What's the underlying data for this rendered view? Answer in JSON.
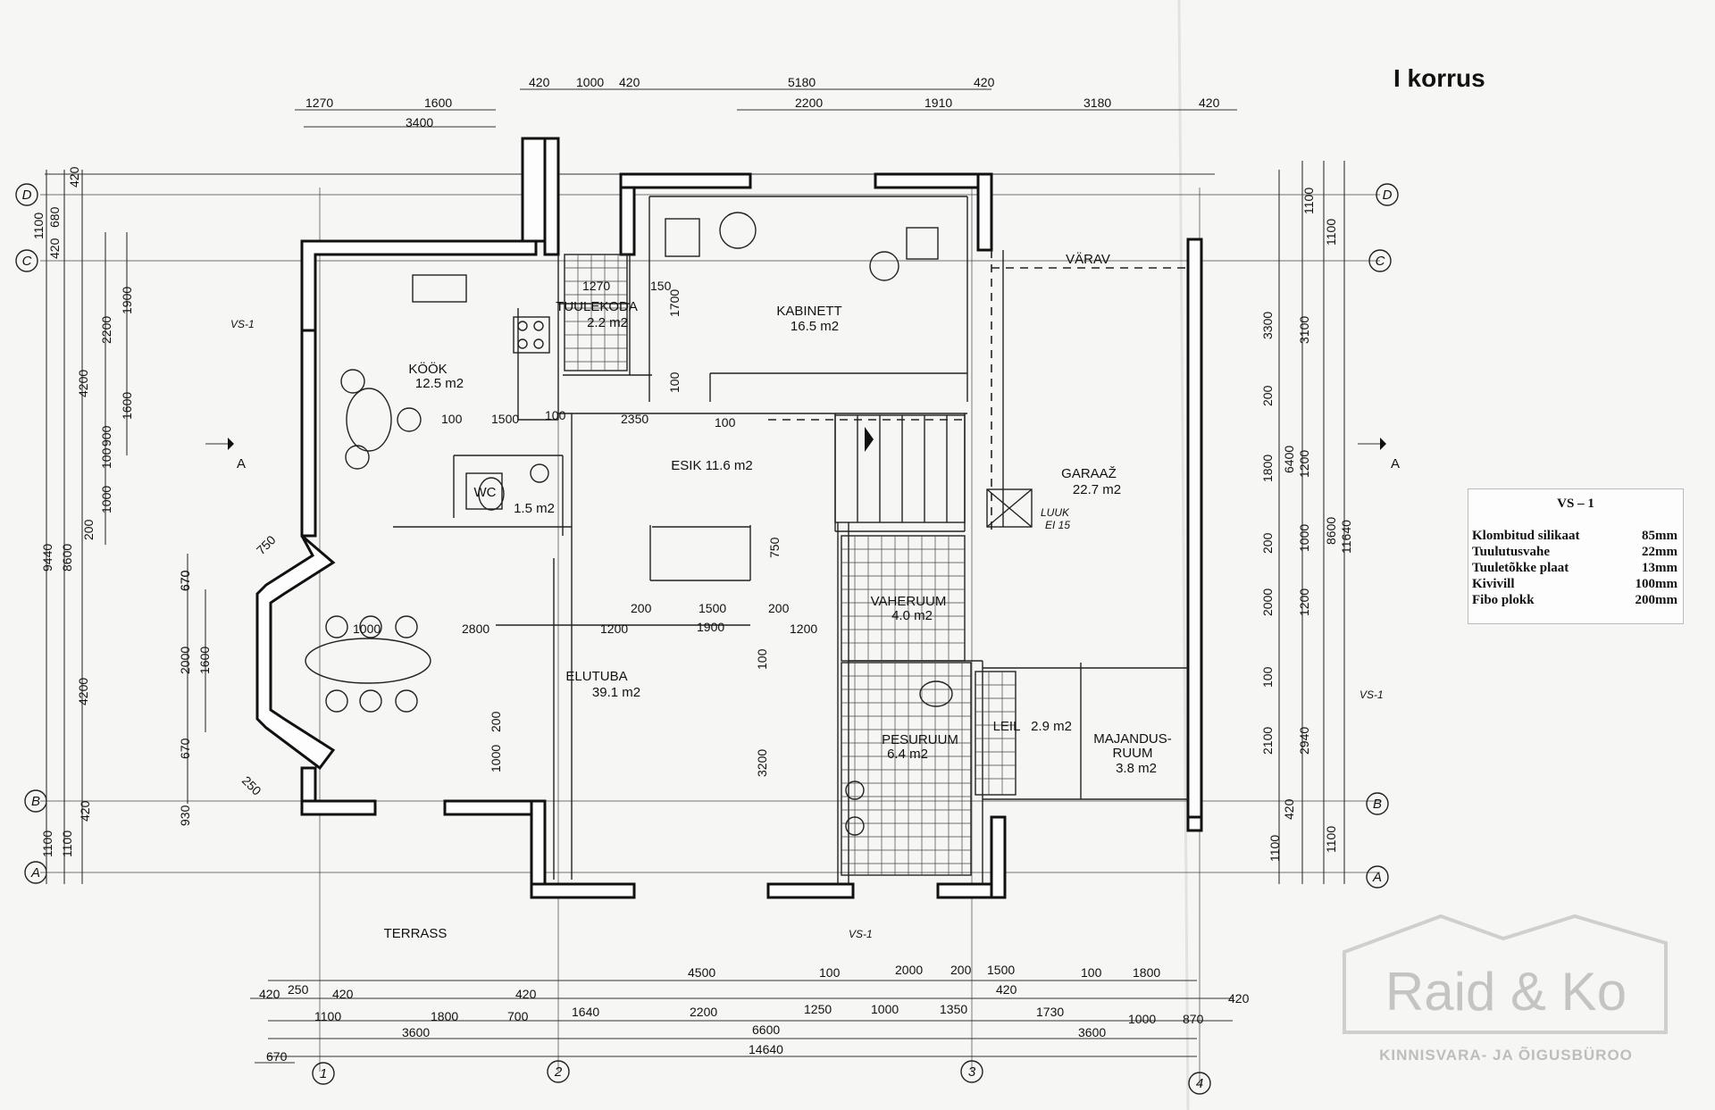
{
  "title": "I korrus",
  "rooms": [
    {
      "name": "KÖÖK",
      "area": "12.5 m2"
    },
    {
      "name": "TUULEKODA",
      "area": "2.2 m2"
    },
    {
      "name": "KABINETT",
      "area": "16.5 m2"
    },
    {
      "name": "ESIK 11.6 m2",
      "area": ""
    },
    {
      "name": "WC",
      "area": "1.5 m2"
    },
    {
      "name": "GARAAŽ",
      "area": "22.7 m2"
    },
    {
      "name": "VAHERUUM",
      "area": "4.0 m2"
    },
    {
      "name": "ELUTUBA",
      "area": "39.1 m2"
    },
    {
      "name": "PESURUUM",
      "area": "6.4 m2"
    },
    {
      "name": "LEIL",
      "area": "2.9 m2"
    },
    {
      "name": "MAJANDUS-",
      "area": "RUUM"
    },
    {
      "name": "3.8 m2",
      "area": ""
    },
    {
      "name": "TERRASS",
      "area": ""
    },
    {
      "name": "VÄRAV",
      "area": ""
    }
  ],
  "tags": {
    "luuk1": "LUUK",
    "luuk2": "EI 15",
    "vs": "VS-1",
    "section": "A"
  },
  "axes": {
    "rows": [
      "D",
      "C",
      "B",
      "A"
    ],
    "cols": [
      "1",
      "2",
      "3",
      "4"
    ]
  },
  "dims_top": [
    "1270",
    "1600",
    "3400",
    "420",
    "1000",
    "420",
    "5180",
    "2200",
    "1910",
    "420",
    "3180",
    "420"
  ],
  "dims_bottom": [
    "4500",
    "100",
    "2000",
    "200",
    "1500",
    "100",
    "1800",
    "420",
    "250",
    "420",
    "420",
    "1800",
    "700",
    "1640",
    "2200",
    "1250",
    "1000",
    "1350",
    "420",
    "1730",
    "1000",
    "870",
    "420",
    "1100",
    "3600",
    "6600",
    "3600",
    "14640",
    "670"
  ],
  "dims_left": [
    "1100",
    "420",
    "680",
    "420",
    "4200",
    "2200",
    "1900",
    "900",
    "1600",
    "100",
    "1000",
    "200",
    "9440",
    "8600",
    "4200",
    "670",
    "2000",
    "1600",
    "670",
    "930",
    "420",
    "1100",
    "1100"
  ],
  "dims_right": [
    "1100",
    "1100",
    "3300",
    "3100",
    "200",
    "6400",
    "1800",
    "1200",
    "200",
    "1000",
    "8600",
    "11640",
    "2000",
    "1200",
    "100",
    "2100",
    "2940",
    "420",
    "1100",
    "1100"
  ],
  "dims_inner": [
    "1270",
    "150",
    "1700",
    "100",
    "1500",
    "100",
    "2350",
    "100",
    "100",
    "750",
    "750",
    "670",
    "200",
    "1500",
    "200",
    "1000",
    "2800",
    "1200",
    "1900",
    "1200",
    "200",
    "1000",
    "100",
    "3200",
    "250"
  ],
  "legend": {
    "title": "VS – 1",
    "rows": [
      {
        "name": "Klombitud silikaat",
        "value": "85mm"
      },
      {
        "name": "Tuulutusvahe",
        "value": "22mm"
      },
      {
        "name": "Tuuletõkke plaat",
        "value": "13mm"
      },
      {
        "name": "Kivivill",
        "value": "100mm"
      },
      {
        "name": "Fibo plokk",
        "value": "200mm"
      }
    ]
  },
  "logo": {
    "name": "Raid & Ko",
    "sub": "KINNISVARA- JA ÕIGUSBÜROO"
  }
}
